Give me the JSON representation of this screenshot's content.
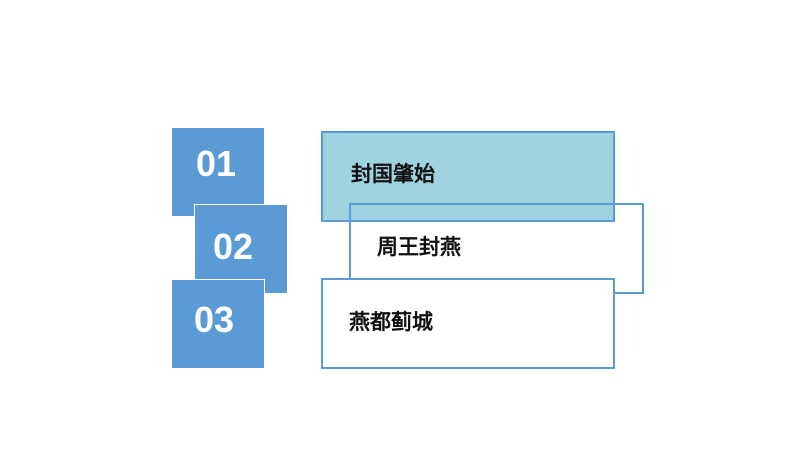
{
  "colors": {
    "number_box": "#5b9bd5",
    "highlight_fill": "#9fd3df",
    "outline": "#5b9bd5",
    "text": "#111111"
  },
  "items": [
    {
      "number": "01",
      "label": "封国肇始"
    },
    {
      "number": "02",
      "label": "周王封燕"
    },
    {
      "number": "03",
      "label": "燕都蓟城"
    }
  ]
}
